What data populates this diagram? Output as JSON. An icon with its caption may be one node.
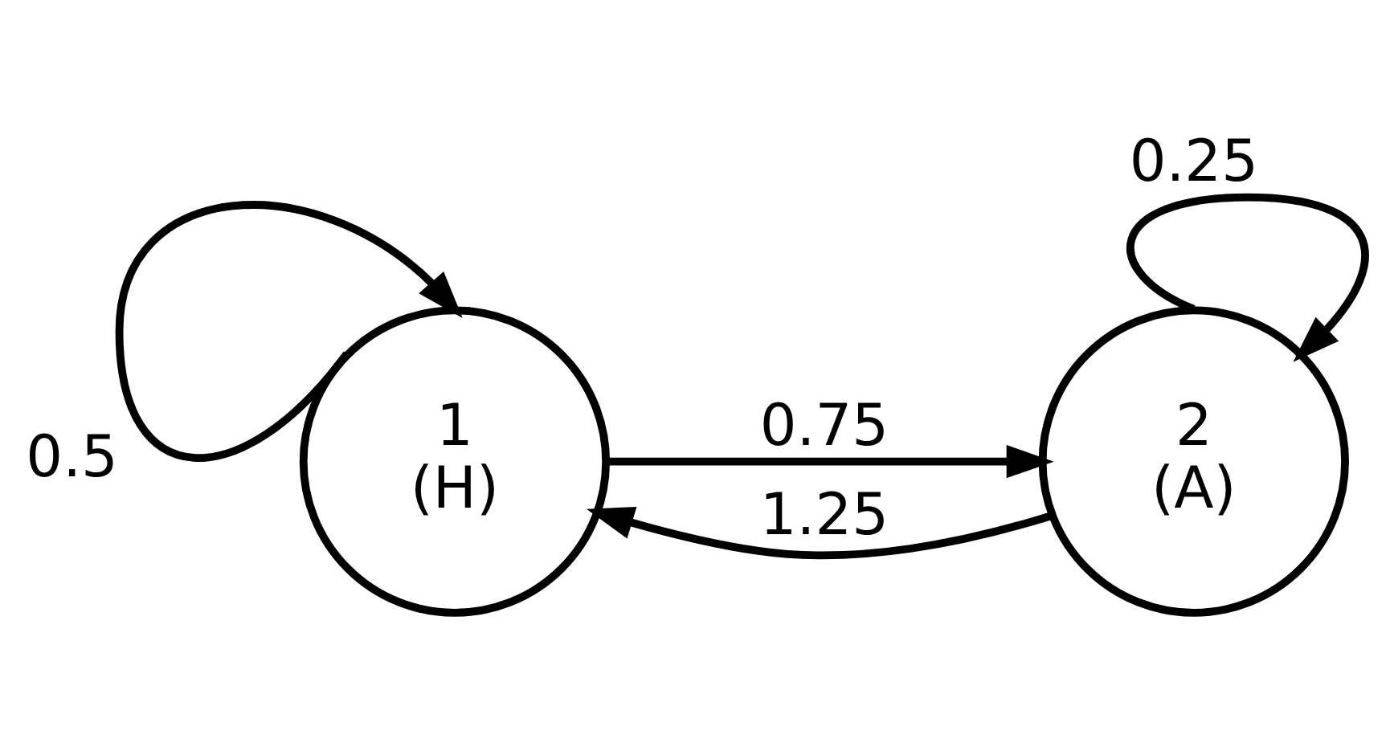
{
  "diagram": {
    "nodes": [
      {
        "text": [
          "1",
          "(H)"
        ]
      },
      {
        "text": [
          "2",
          "(A)"
        ]
      }
    ],
    "edges": [
      {
        "from": 0,
        "to": 0,
        "arrow": "to",
        "label": "0.5"
      },
      {
        "from": 1,
        "to": 1,
        "arrow": "to",
        "label": "0.25"
      },
      {
        "from": 0,
        "to": 1,
        "arrow": "to",
        "label": "0.75"
      },
      {
        "from": 1,
        "to": 0,
        "arrow": "to",
        "label": "1.25"
      }
    ]
  }
}
